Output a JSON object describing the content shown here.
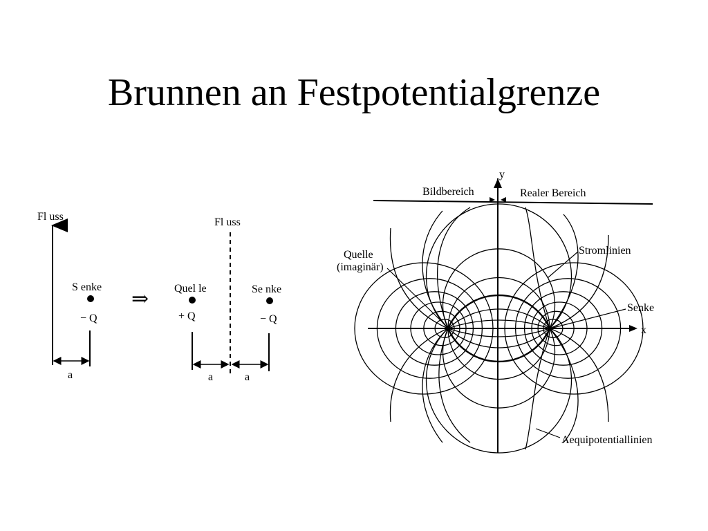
{
  "slide": {
    "title": "Brunnen an Festpotentialgrenze"
  },
  "left_diagram": {
    "flux_label_real": "Fl uss",
    "sink_label": "S enke",
    "sink_charge": "− Q",
    "distance_a": "a",
    "implies_symbol": "⇒",
    "flux_label_mirror": "Fl uss",
    "source_label": "Quel le",
    "source_charge": "+ Q",
    "sink2_label": "Se nke",
    "sink2_charge": "− Q",
    "distance_a_left": "a",
    "distance_a_right": "a"
  },
  "right_diagram": {
    "y_axis_label": "y",
    "x_axis_label": "x",
    "image_region_label": "Bildbereich",
    "real_region_label": "Realer Bereich",
    "source_label_line1": "Quelle",
    "source_label_line2": "(imaginär)",
    "streamlines_label": "Stromlinien",
    "sink_label": "Senke",
    "equipotential_label": "Aequipotentiallinien"
  }
}
